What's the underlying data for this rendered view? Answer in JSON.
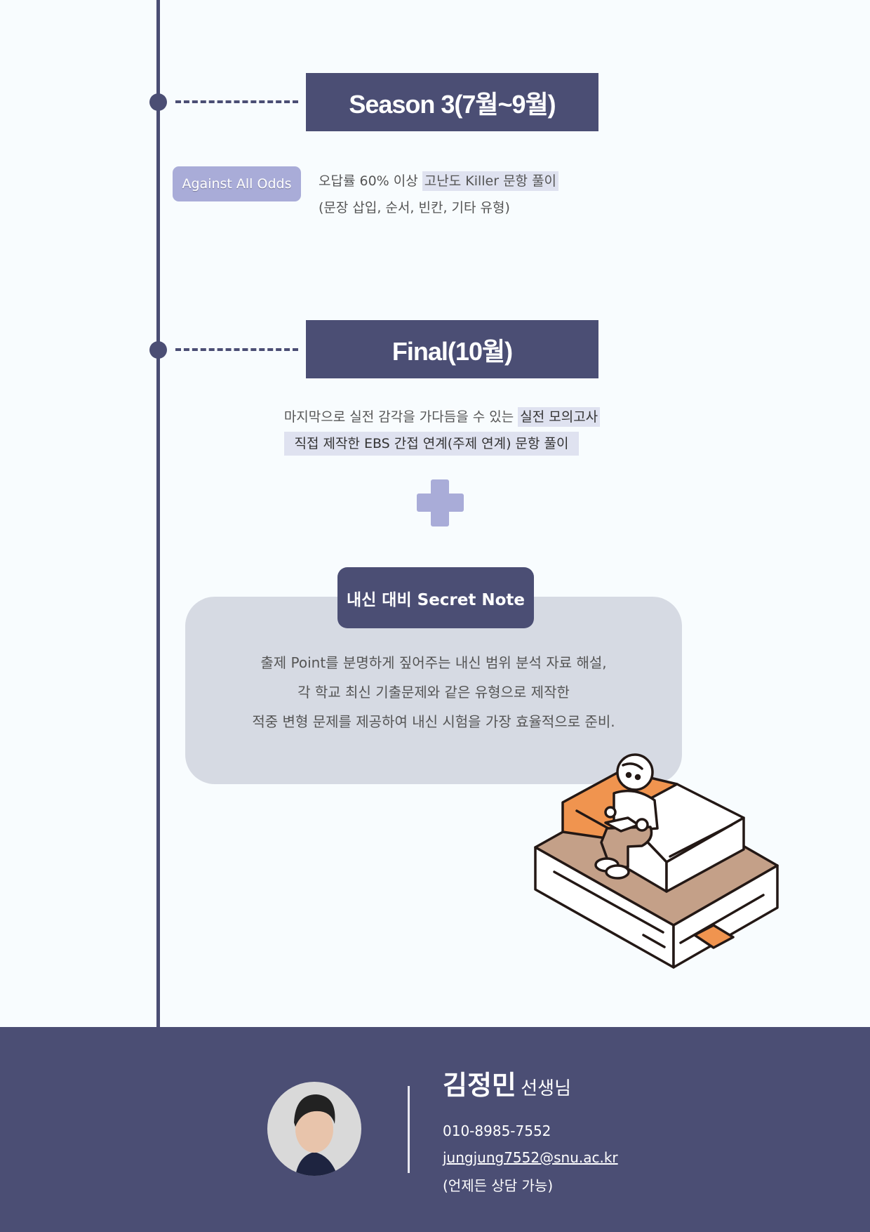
{
  "season3": {
    "title": "Season 3(7월~9월)",
    "tag": "Against All Odds",
    "line1_prefix": "오답률 60% 이상 ",
    "line1_highlight": "고난도 Killer 문항 풀이",
    "line2": "(문장 삽입, 순서, 빈칸, 기타 유형)"
  },
  "final": {
    "title": "Final(10월)",
    "line1_prefix": "마지막으로 실전 감각을 가다듬을 수 있는 ",
    "line1_highlight": "실전 모의고사",
    "line2_highlight": "직접 제작한 EBS 간접 연계(주제 연계) 문항 풀이"
  },
  "secret_note": {
    "title": "내신 대비 Secret Note",
    "lines": [
      "출제 Point를 분명하게 짚어주는 내신 범위 분석 자료 해설,",
      "각 학교 최신 기출문제와 같은 유형으로 제작한",
      "적중 변형 문제를 제공하여 내신 시험을 가장 효율적으로 준비."
    ]
  },
  "footer": {
    "name": "김정민",
    "title": "선생님",
    "phone": "010-8985-7552",
    "email": "jungjung7552@snu.ac.kr",
    "note": "(언제든 상담 가능)"
  },
  "colors": {
    "navy": "#4b4e74",
    "lavender": "#a9acd8",
    "highlight": "#dfe2f0",
    "orange": "#f0944f",
    "tan": "#c4a088"
  }
}
